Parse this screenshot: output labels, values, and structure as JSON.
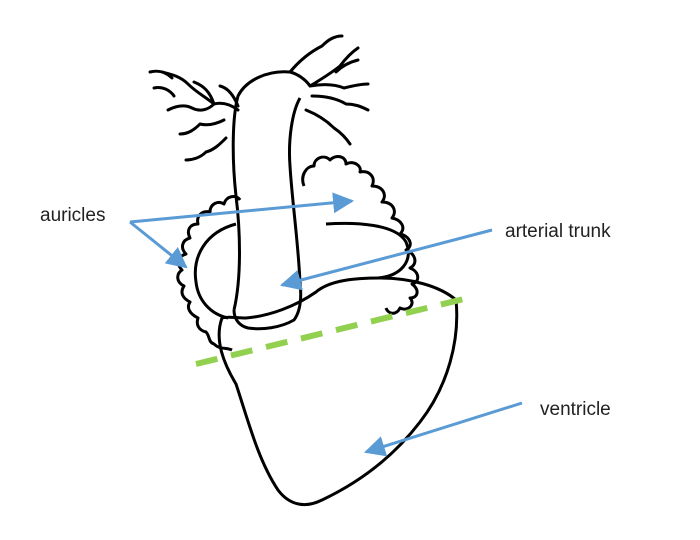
{
  "labels": {
    "auricles": "auricles",
    "arterial_trunk": "arterial trunk",
    "ventricle": "ventricle"
  },
  "colors": {
    "outline": "#000000",
    "arrow": "#5b9bd5",
    "boundary_line": "#92d050",
    "label_text": "#222222",
    "background": "#ffffff"
  }
}
